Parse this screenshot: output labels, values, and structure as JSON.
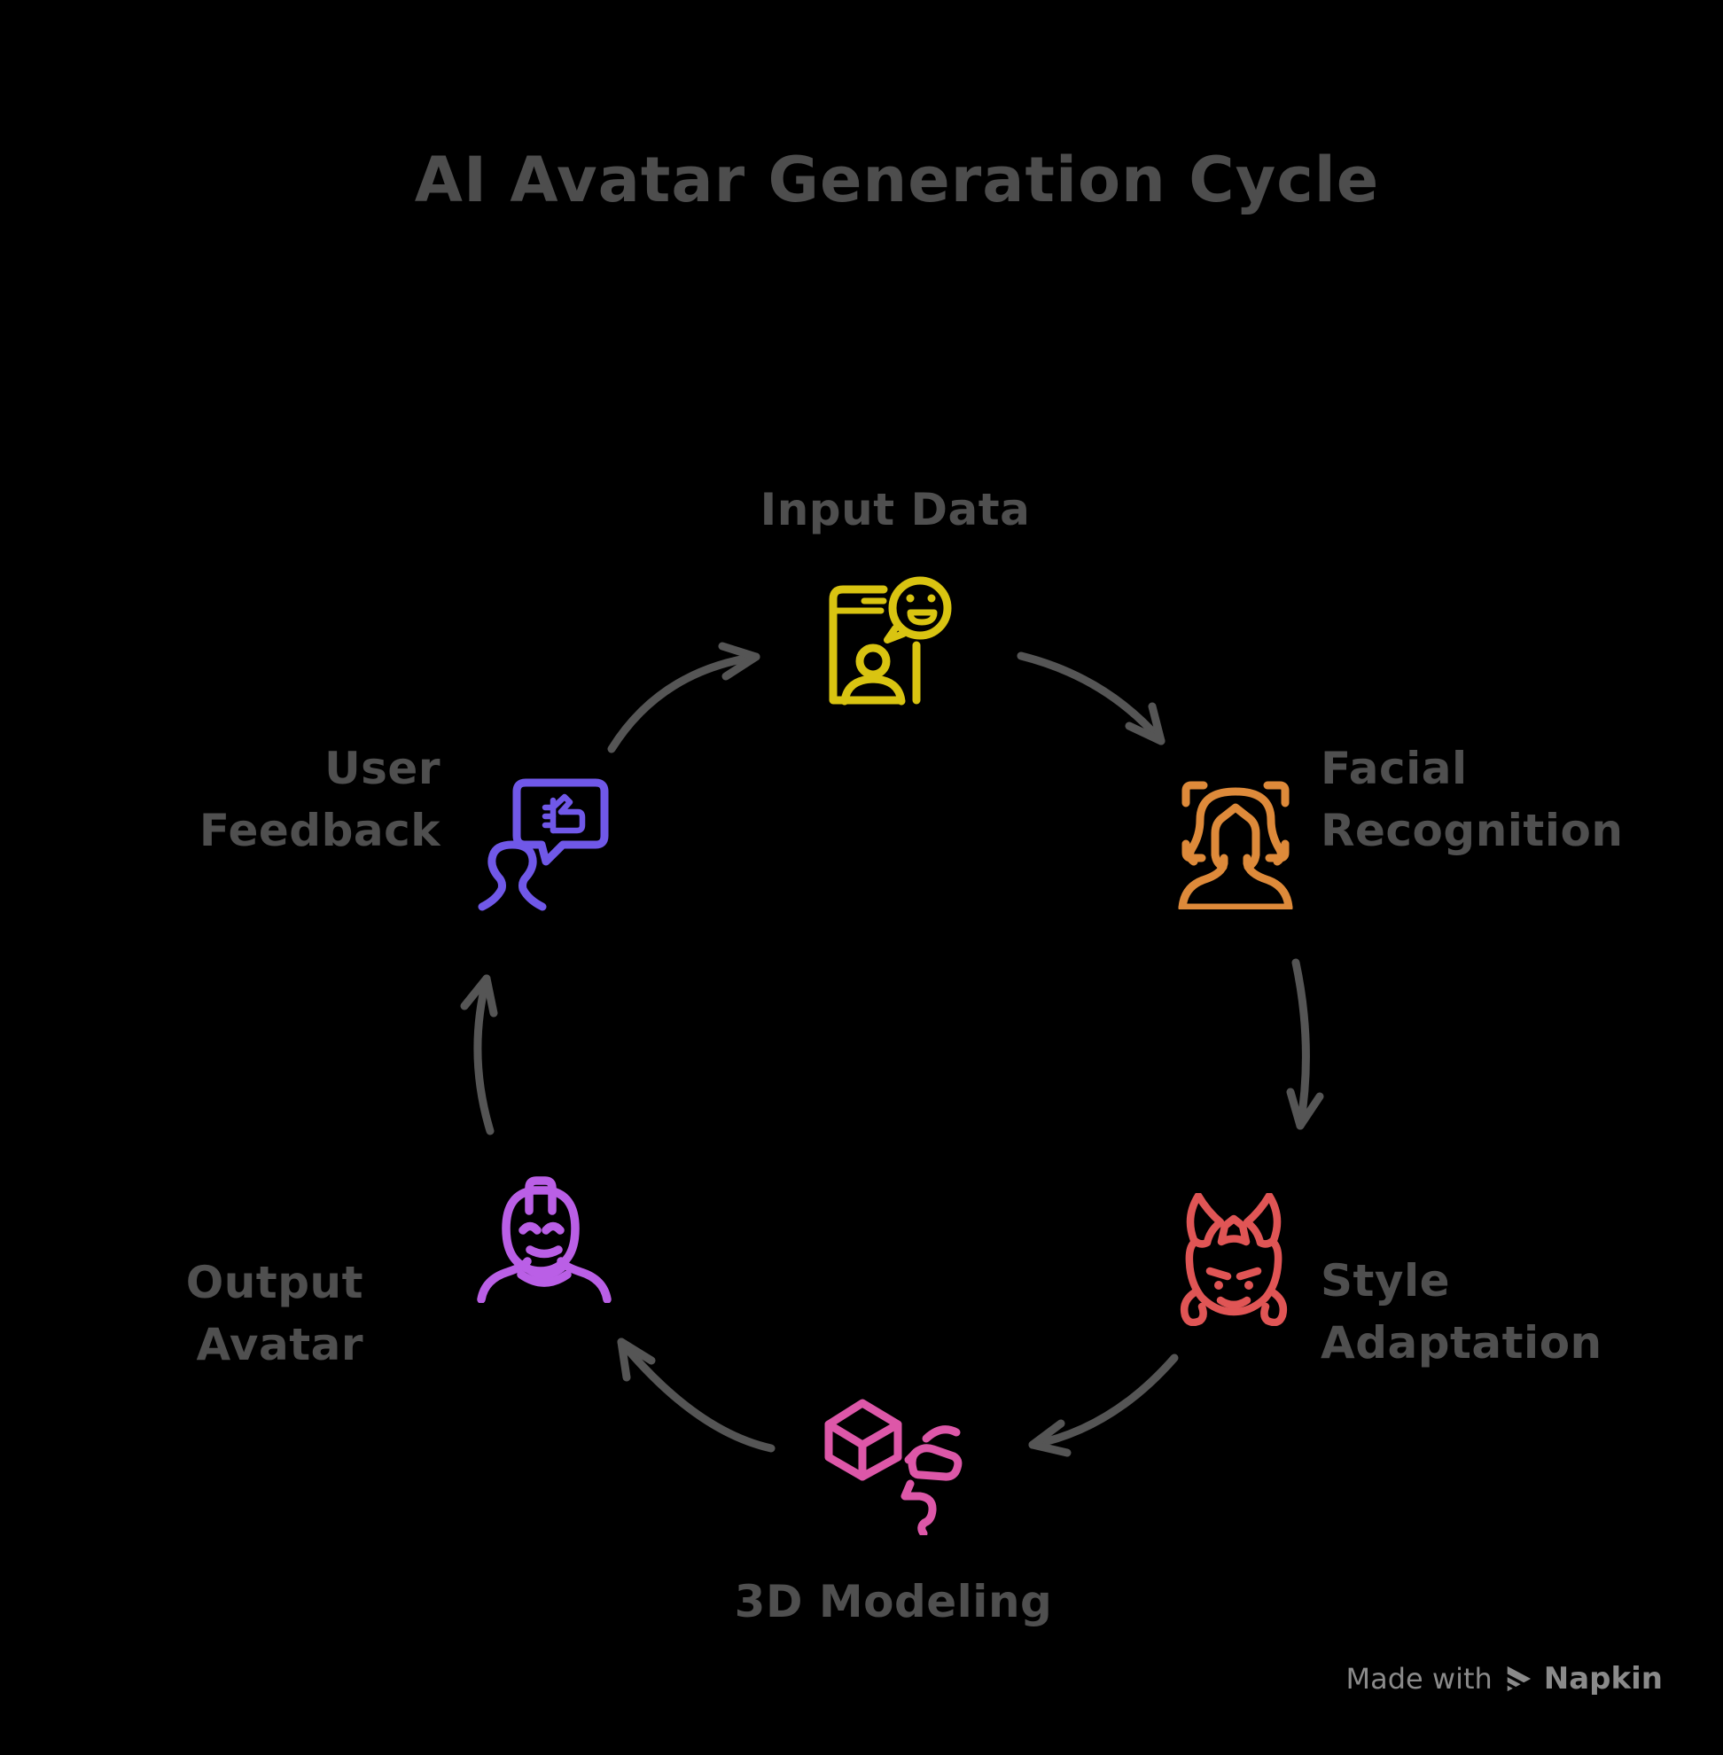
{
  "title": "AI Avatar Generation Cycle",
  "background_color": "#000000",
  "title_color": "#4d4d4d",
  "label_color": "#4f4f4f",
  "arrow_color": "#555555",
  "steps": [
    {
      "name": "input-data",
      "label_line1": "Input Data",
      "label_line2": "",
      "color": "#d9c411",
      "icon": "phone-selfie-smiley-icon"
    },
    {
      "name": "facial-recognition",
      "label_line1": "Facial",
      "label_line2": "Recognition",
      "color": "#de8a3a",
      "icon": "face-scan-icon"
    },
    {
      "name": "style-adaptation",
      "label_line1": "Style",
      "label_line2": "Adaptation",
      "color": "#e05555",
      "icon": "samurai-helmet-avatar-icon"
    },
    {
      "name": "3d-modeling",
      "label_line1": "3D Modeling",
      "label_line2": "",
      "color": "#dd57a8",
      "icon": "cube-3d-print-tool-icon"
    },
    {
      "name": "output-avatar",
      "label_line1": "Output Avatar",
      "label_line2": "",
      "color": "#ba5fe6",
      "icon": "mohawk-avatar-icon"
    },
    {
      "name": "user-feedback",
      "label_line1": "User",
      "label_line2": "Feedback",
      "color": "#7058e8",
      "icon": "feedback-bubble-person-icon"
    }
  ],
  "watermark": {
    "prefix": "Made with",
    "brand": "Napkin",
    "color": "#8a8a8a"
  }
}
